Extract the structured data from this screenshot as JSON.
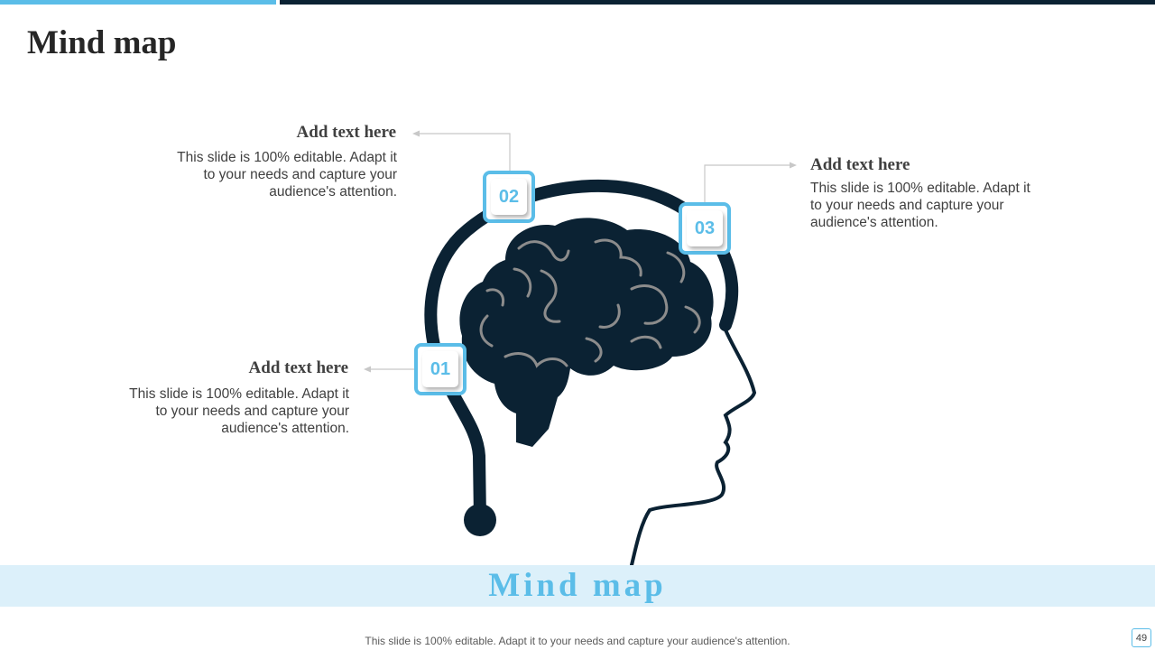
{
  "slide": {
    "title": "Mind map",
    "banner": "Mind map",
    "footer": "This slide is 100% editable. Adapt it to your needs and capture your audience's attention.",
    "page_number": "49"
  },
  "points": [
    {
      "number": "01",
      "heading": "Add text here",
      "body": "This slide is 100% editable. Adapt it to your needs and capture your audience's attention."
    },
    {
      "number": "02",
      "heading": "Add text here",
      "body": "This slide is 100% editable. Adapt it to your needs and capture your audience's attention."
    },
    {
      "number": "03",
      "heading": "Add text here",
      "body": "This slide is 100% editable. Adapt it to your needs and capture your audience's attention."
    }
  ],
  "colors": {
    "accent": "#5bbde8",
    "dark": "#0b2233",
    "banner_bg": "#dcf0fa",
    "text": "#404040"
  }
}
